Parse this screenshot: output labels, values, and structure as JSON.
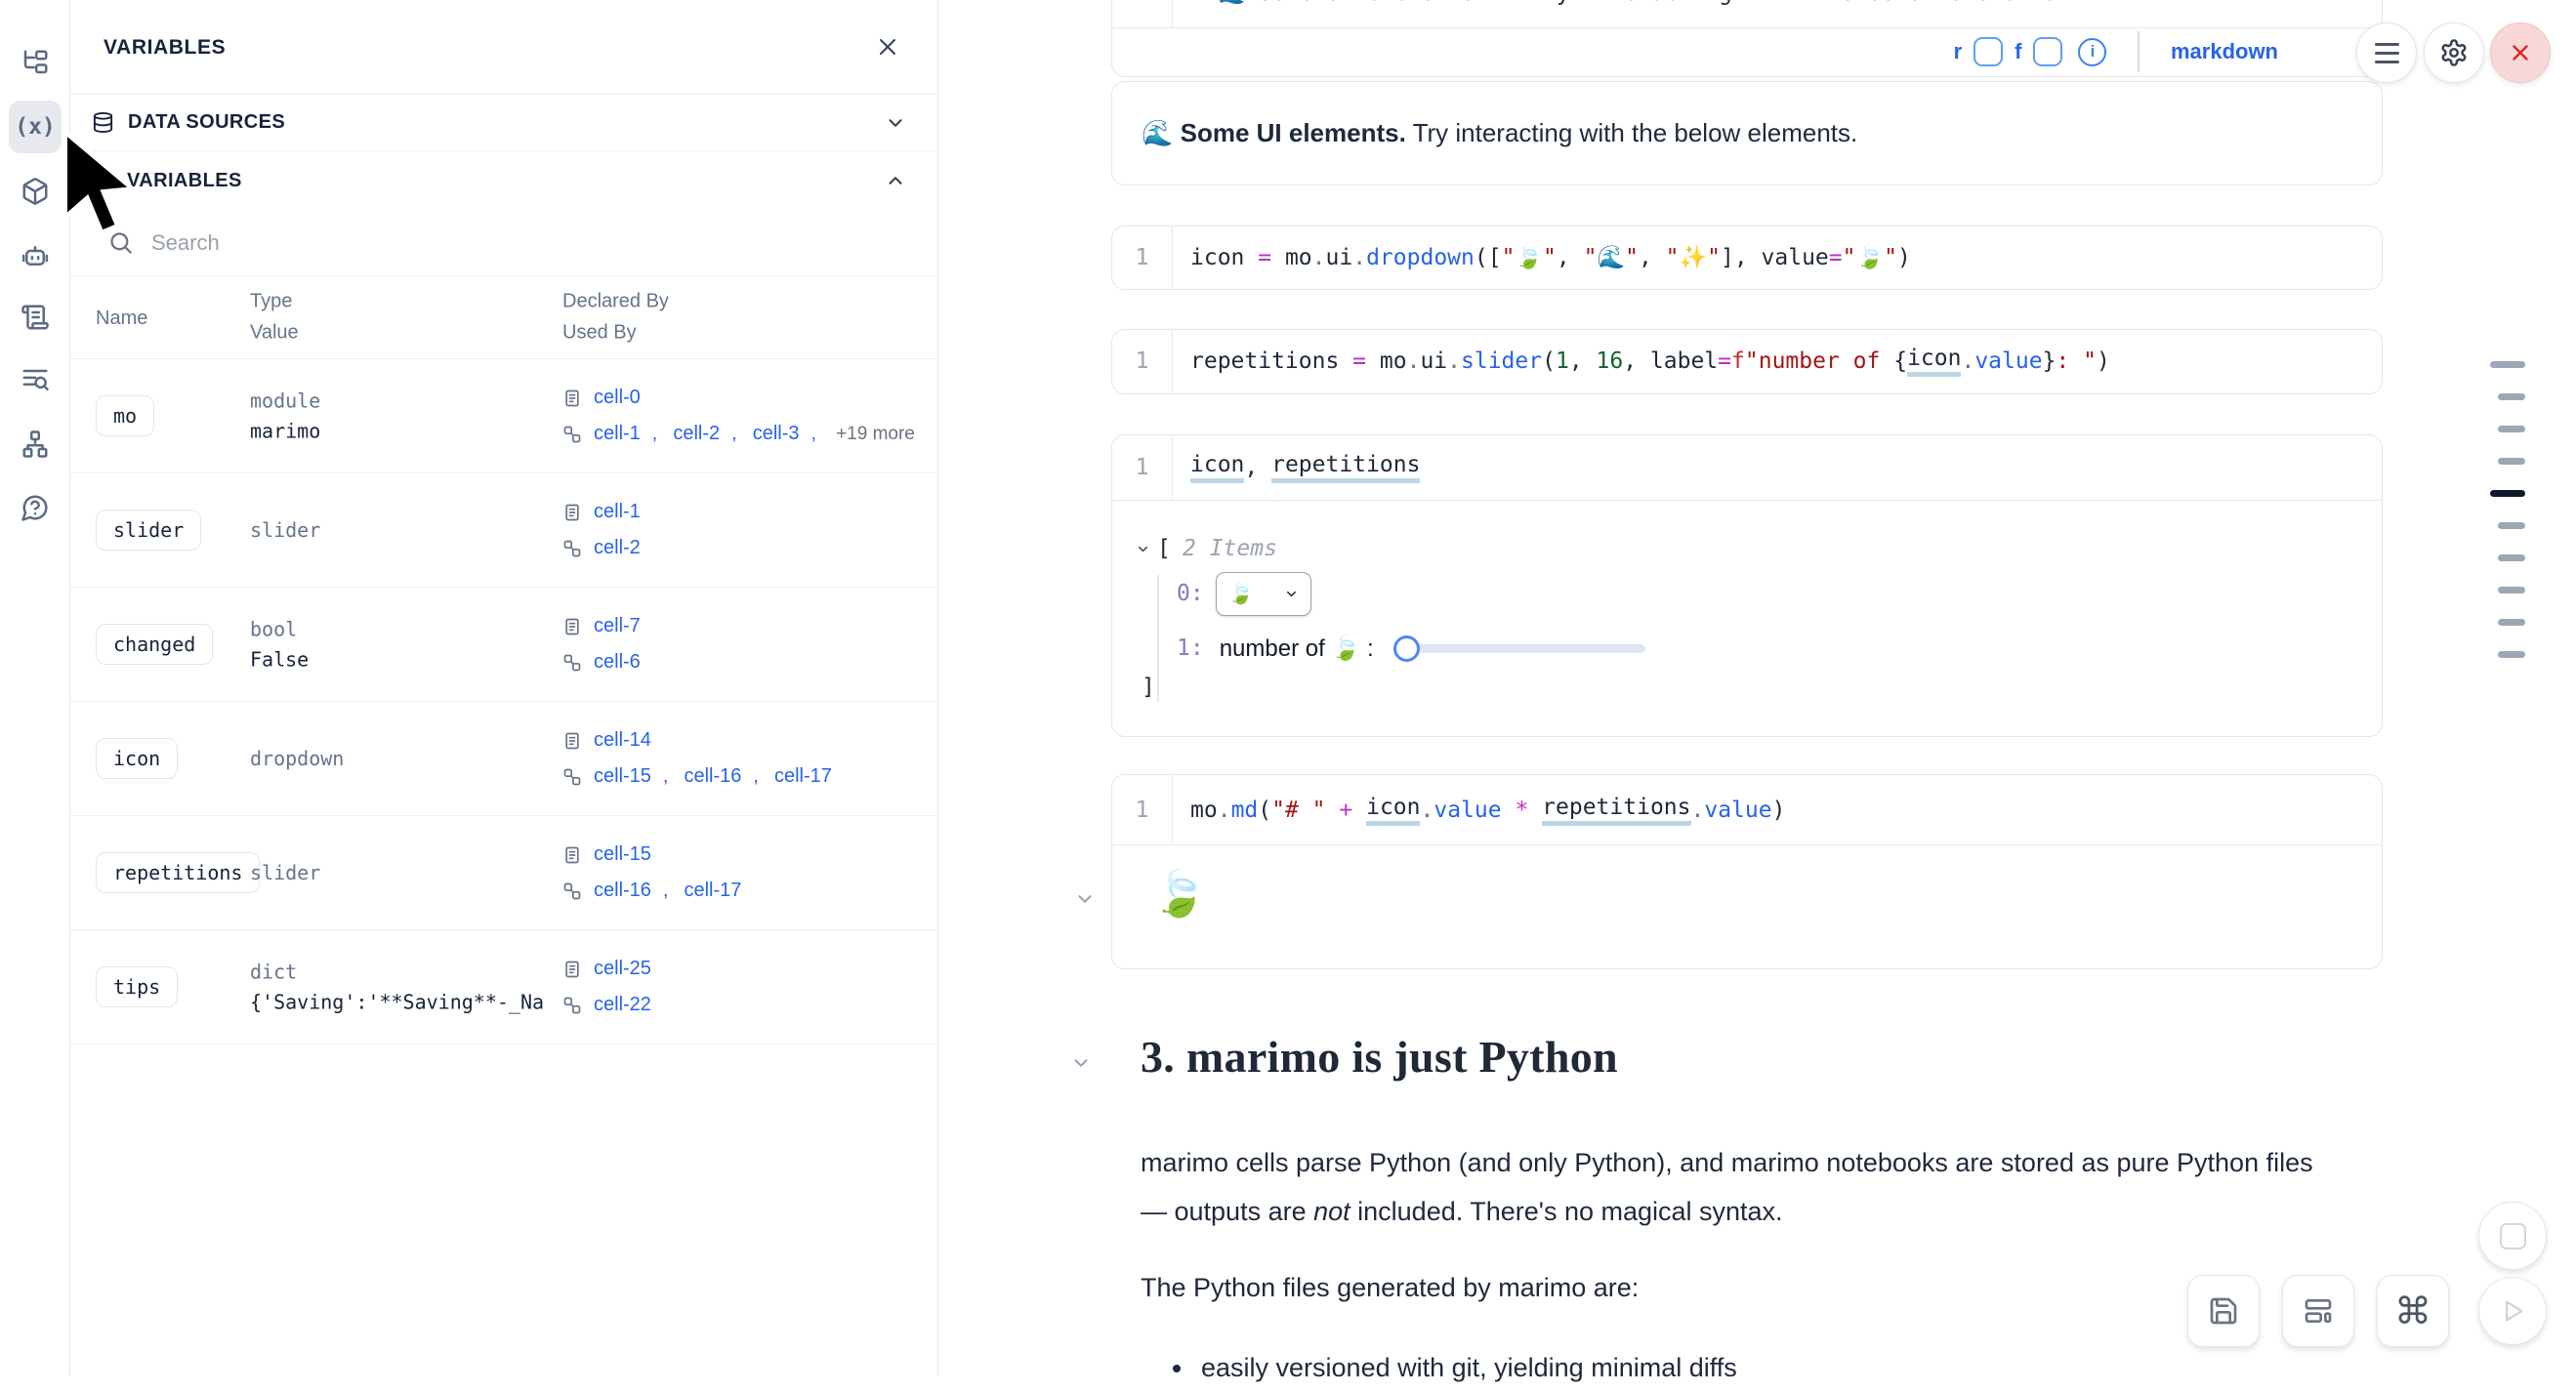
{
  "colors": {
    "accent_blue": "#2563eb",
    "link_blue": "#2563eb",
    "danger_red": "#dc2626",
    "panel_border": "#e5e7eb",
    "marker_gray": "#9aa7b8",
    "marker_active": "#0f172a",
    "syntax_operator": "#c22cc2",
    "syntax_string": "#a31515",
    "syntax_number": "#116329",
    "syntax_func": "#2563eb"
  },
  "activity_bar": {
    "items": [
      {
        "name": "file-tree-icon"
      },
      {
        "name": "variables-icon",
        "active": true
      },
      {
        "name": "packages-icon"
      },
      {
        "name": "ai-bot-icon"
      },
      {
        "name": "snippets-icon"
      },
      {
        "name": "logs-icon"
      },
      {
        "name": "dependency-graph-icon"
      },
      {
        "name": "help-icon"
      }
    ]
  },
  "panel": {
    "title": "VARIABLES",
    "close_label": "✕",
    "sections": {
      "data_sources": "DATA SOURCES",
      "variables": "VARIABLES",
      "variables_icon": "(x)"
    },
    "search_placeholder": "Search",
    "table": {
      "headers": {
        "name": "Name",
        "type": "Type",
        "value": "Value",
        "declared": "Declared By",
        "used": "Used By"
      },
      "rows": [
        {
          "name": "mo",
          "type": "module",
          "value": "marimo",
          "declared": [
            "cell-0"
          ],
          "used": [
            "cell-1",
            "cell-2",
            "cell-3"
          ],
          "used_more": "+19 more"
        },
        {
          "name": "slider",
          "type": "slider",
          "value": "",
          "declared": [
            "cell-1"
          ],
          "used": [
            "cell-2"
          ],
          "used_more": ""
        },
        {
          "name": "changed",
          "type": "bool",
          "value": "False",
          "declared": [
            "cell-7"
          ],
          "used": [
            "cell-6"
          ],
          "used_more": ""
        },
        {
          "name": "icon",
          "type": "dropdown",
          "value": "",
          "declared": [
            "cell-14"
          ],
          "used": [
            "cell-15",
            "cell-16",
            "cell-17"
          ],
          "used_more": ""
        },
        {
          "name": "repetitions",
          "type": "slider",
          "value": "",
          "declared": [
            "cell-15"
          ],
          "used": [
            "cell-16",
            "cell-17"
          ],
          "used_more": ""
        },
        {
          "name": "tips",
          "type": "dict",
          "value": "{'Saving':'**Saving**-_Na...",
          "declared": [
            "cell-25"
          ],
          "used": [
            "cell-22"
          ],
          "used_more": ""
        }
      ]
    }
  },
  "notebook": {
    "line_no": "1",
    "toolbar": {
      "r": "r",
      "f": "f",
      "info": "i",
      "mode": "markdown"
    },
    "md_output": {
      "emoji": "🌊",
      "bold": "Some UI elements.",
      "rest": " Try interacting with the below elements."
    },
    "tree_output": {
      "bracket_open": "[",
      "count": "2 Items",
      "idx0": "0:",
      "dropdown_value": "🍃",
      "idx1": "1:",
      "slider_label": "number of 🍃 :",
      "bracket_close": "]"
    },
    "leaf_output": "🍃",
    "section": {
      "heading": "3. marimo is just Python",
      "p1_pre": "marimo cells parse Python (and only Python), and marimo notebooks are stored as pure Python files — outputs are ",
      "p1_em": "not",
      "p1_post": " included. There's no magical syntax.",
      "p2": "The Python files generated by marimo are:",
      "bullet1": "easily versioned with git, yielding minimal diffs"
    }
  },
  "code_tokens": {
    "cell0": [
      {
        "t": "**🌊 Some UI elements.** Try interacting with the below elements.",
        "c": "p"
      }
    ],
    "cell1": [
      {
        "t": "icon ",
        "c": "p"
      },
      {
        "t": "=",
        "c": "o"
      },
      {
        "t": " mo",
        "c": "p"
      },
      {
        "t": ".",
        "c": "d"
      },
      {
        "t": "ui",
        "c": "p"
      },
      {
        "t": ".",
        "c": "d"
      },
      {
        "t": "dropdown",
        "c": "f"
      },
      {
        "t": "([",
        "c": "p"
      },
      {
        "t": "\"🍃\"",
        "c": "s"
      },
      {
        "t": ", ",
        "c": "p"
      },
      {
        "t": "\"🌊\"",
        "c": "s"
      },
      {
        "t": ", ",
        "c": "p"
      },
      {
        "t": "\"✨\"",
        "c": "s"
      },
      {
        "t": "], value",
        "c": "p"
      },
      {
        "t": "=",
        "c": "o"
      },
      {
        "t": "\"🍃\"",
        "c": "s"
      },
      {
        "t": ")",
        "c": "p"
      }
    ],
    "cell2": [
      {
        "t": "repetitions ",
        "c": "p"
      },
      {
        "t": "=",
        "c": "o"
      },
      {
        "t": " mo",
        "c": "p"
      },
      {
        "t": ".",
        "c": "d"
      },
      {
        "t": "ui",
        "c": "p"
      },
      {
        "t": ".",
        "c": "d"
      },
      {
        "t": "slider",
        "c": "f"
      },
      {
        "t": "(",
        "c": "p"
      },
      {
        "t": "1",
        "c": "n"
      },
      {
        "t": ", ",
        "c": "p"
      },
      {
        "t": "16",
        "c": "n"
      },
      {
        "t": ", label",
        "c": "p"
      },
      {
        "t": "=",
        "c": "o"
      },
      {
        "t": "f",
        "c": "fp"
      },
      {
        "t": "\"number of ",
        "c": "s"
      },
      {
        "t": "{",
        "c": "p"
      },
      {
        "t": "icon",
        "c": "u"
      },
      {
        "t": ".",
        "c": "d"
      },
      {
        "t": "value",
        "c": "f"
      },
      {
        "t": "}",
        "c": "p"
      },
      {
        "t": ": \"",
        "c": "s"
      },
      {
        "t": ")",
        "c": "p"
      }
    ],
    "cell3": [
      {
        "t": "icon",
        "c": "u"
      },
      {
        "t": ", ",
        "c": "p"
      },
      {
        "t": "repetitions",
        "c": "u"
      }
    ],
    "cell4": [
      {
        "t": "mo",
        "c": "p"
      },
      {
        "t": ".",
        "c": "d"
      },
      {
        "t": "md",
        "c": "f"
      },
      {
        "t": "(",
        "c": "p"
      },
      {
        "t": "\"# \"",
        "c": "s"
      },
      {
        "t": " ",
        "c": "p"
      },
      {
        "t": "+",
        "c": "o"
      },
      {
        "t": " ",
        "c": "p"
      },
      {
        "t": "icon",
        "c": "u"
      },
      {
        "t": ".",
        "c": "d"
      },
      {
        "t": "value",
        "c": "f"
      },
      {
        "t": " ",
        "c": "p"
      },
      {
        "t": "*",
        "c": "o"
      },
      {
        "t": " ",
        "c": "p"
      },
      {
        "t": "repetitions",
        "c": "u"
      },
      {
        "t": ".",
        "c": "d"
      },
      {
        "t": "value",
        "c": "f"
      },
      {
        "t": ")",
        "c": "p"
      }
    ]
  },
  "minimap": {
    "markers": [
      {
        "wide": true,
        "active": false
      },
      {
        "wide": false,
        "active": false
      },
      {
        "wide": false,
        "active": false
      },
      {
        "wide": false,
        "active": false
      },
      {
        "wide": true,
        "active": true
      },
      {
        "wide": false,
        "active": false
      },
      {
        "wide": false,
        "active": false
      },
      {
        "wide": false,
        "active": false
      },
      {
        "wide": false,
        "active": false
      },
      {
        "wide": false,
        "active": false
      }
    ]
  },
  "controls": {
    "top_right": [
      "menu-button",
      "settings-button",
      "shutdown-button"
    ],
    "bottom_right": [
      "stop-button",
      "save-button",
      "layout-button",
      "command-palette-button",
      "run-button"
    ]
  }
}
